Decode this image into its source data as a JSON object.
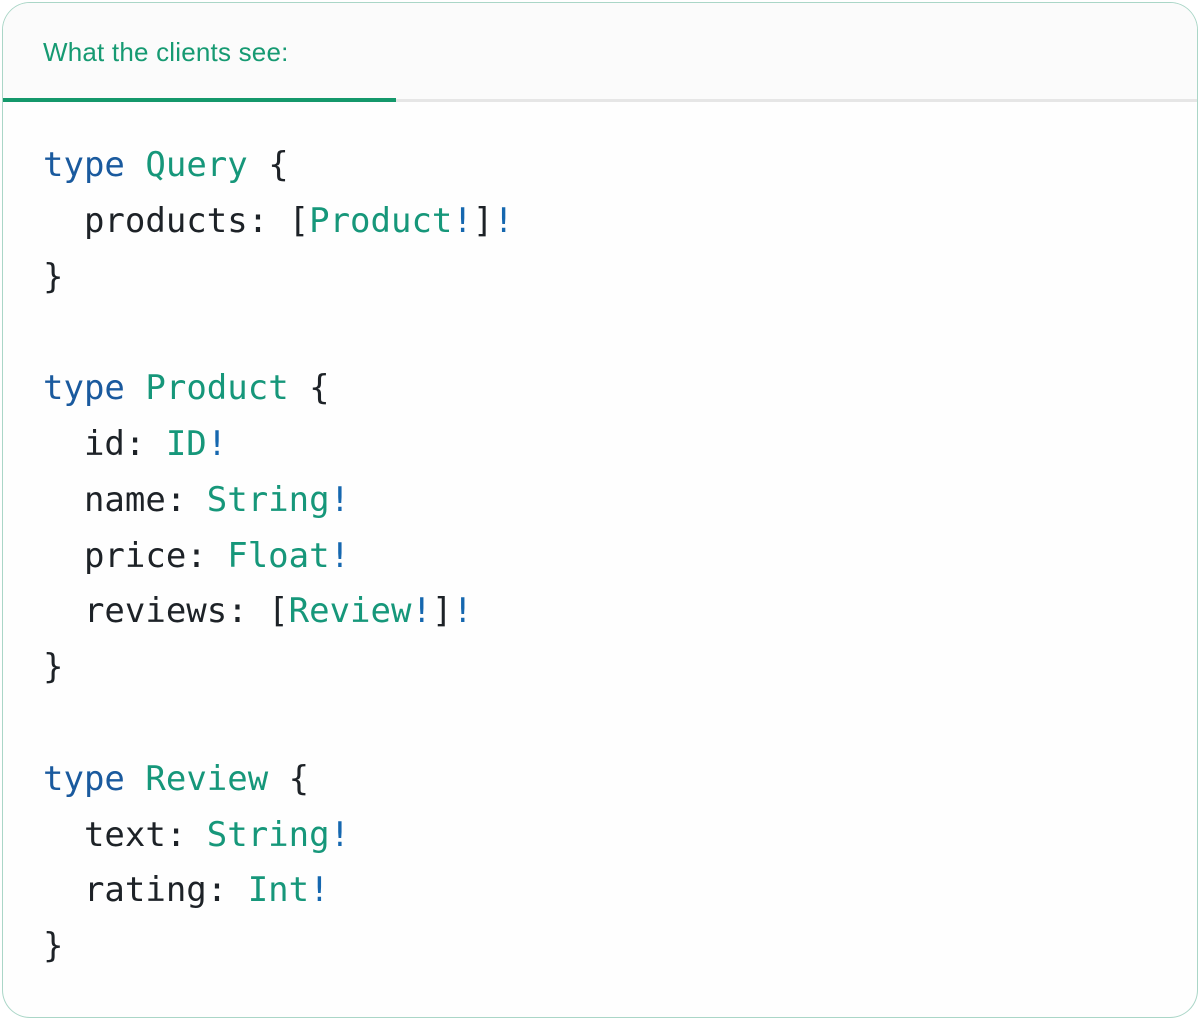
{
  "tab": {
    "label": "What the clients see:"
  },
  "colors": {
    "tab_green": "#169a72",
    "active_tab_underline": "#14986b",
    "divider_gray": "#e6e6e6",
    "card_border_green": "#a9d3c0",
    "keyword_blue": "#1a5a9e",
    "type_teal": "#16977a",
    "bang_blue": "#1567af",
    "code_text_dark": "#1d2227",
    "strip_background": "#fbfbfb"
  },
  "code": {
    "language": "graphql-sdl",
    "plain_text": "type Query {\n  products: [Product!]!\n}\n\ntype Product {\n  id: ID!\n  name: String!\n  price: Float!\n  reviews: [Review!]!\n}\n\ntype Review {\n  text: String!\n  rating: Int!\n}",
    "lines": [
      [
        {
          "c": "kw",
          "t": "type"
        },
        {
          "c": "plain",
          "t": " "
        },
        {
          "c": "type",
          "t": "Query"
        },
        {
          "c": "plain",
          "t": " {"
        }
      ],
      [
        {
          "c": "plain",
          "t": "  products: ["
        },
        {
          "c": "type",
          "t": "Product"
        },
        {
          "c": "bang",
          "t": "!"
        },
        {
          "c": "plain",
          "t": "]"
        },
        {
          "c": "bang",
          "t": "!"
        }
      ],
      [
        {
          "c": "plain",
          "t": "}"
        }
      ],
      [],
      [
        {
          "c": "kw",
          "t": "type"
        },
        {
          "c": "plain",
          "t": " "
        },
        {
          "c": "type",
          "t": "Product"
        },
        {
          "c": "plain",
          "t": " {"
        }
      ],
      [
        {
          "c": "plain",
          "t": "  id: "
        },
        {
          "c": "type",
          "t": "ID"
        },
        {
          "c": "bang",
          "t": "!"
        }
      ],
      [
        {
          "c": "plain",
          "t": "  name: "
        },
        {
          "c": "type",
          "t": "String"
        },
        {
          "c": "bang",
          "t": "!"
        }
      ],
      [
        {
          "c": "plain",
          "t": "  price: "
        },
        {
          "c": "type",
          "t": "Float"
        },
        {
          "c": "bang",
          "t": "!"
        }
      ],
      [
        {
          "c": "plain",
          "t": "  reviews: ["
        },
        {
          "c": "type",
          "t": "Review"
        },
        {
          "c": "bang",
          "t": "!"
        },
        {
          "c": "plain",
          "t": "]"
        },
        {
          "c": "bang",
          "t": "!"
        }
      ],
      [
        {
          "c": "plain",
          "t": "}"
        }
      ],
      [],
      [
        {
          "c": "kw",
          "t": "type"
        },
        {
          "c": "plain",
          "t": " "
        },
        {
          "c": "type",
          "t": "Review"
        },
        {
          "c": "plain",
          "t": " {"
        }
      ],
      [
        {
          "c": "plain",
          "t": "  text: "
        },
        {
          "c": "type",
          "t": "String"
        },
        {
          "c": "bang",
          "t": "!"
        }
      ],
      [
        {
          "c": "plain",
          "t": "  rating: "
        },
        {
          "c": "type",
          "t": "Int"
        },
        {
          "c": "bang",
          "t": "!"
        }
      ],
      [
        {
          "c": "plain",
          "t": "}"
        }
      ]
    ]
  }
}
